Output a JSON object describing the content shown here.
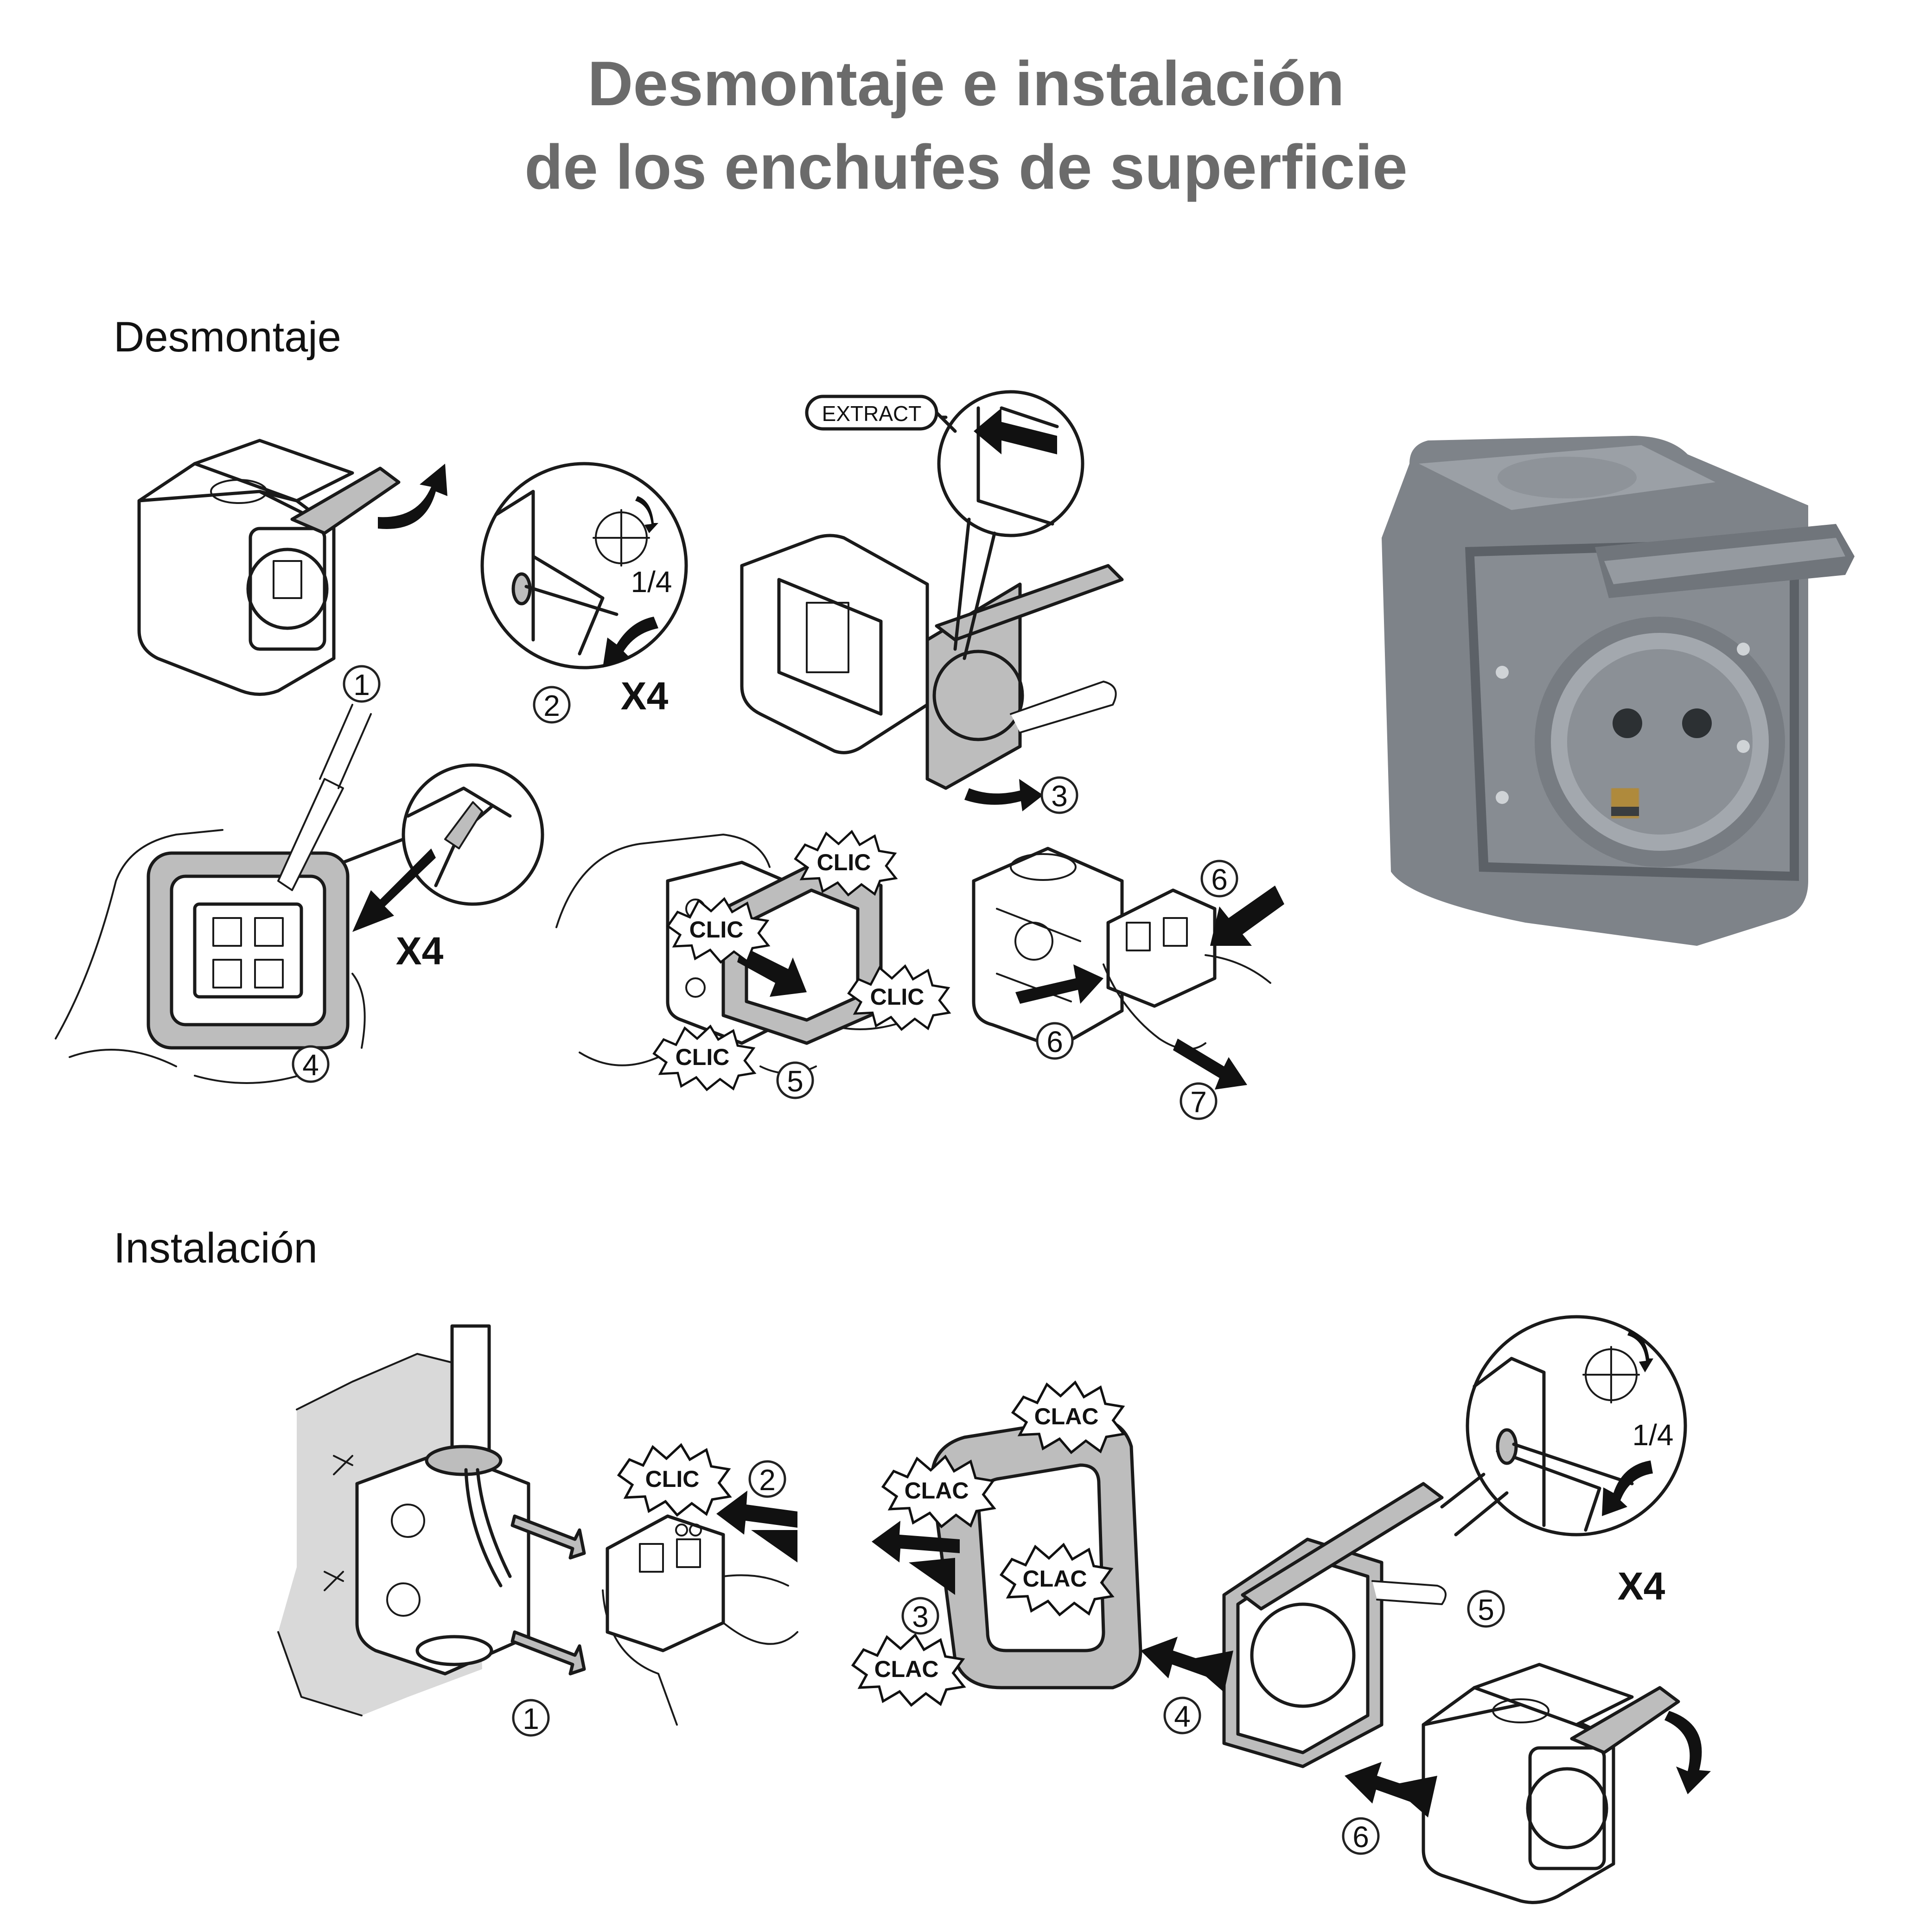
{
  "title": {
    "line1": "Desmontaje e instalación",
    "line2": "de los enchufes de superficie"
  },
  "sections": {
    "desmontaje": "Desmontaje",
    "instalacion": "Instalación"
  },
  "labels": {
    "extract": "EXTRACT",
    "quarter": "1/4",
    "x4": "X4",
    "clic": "CLIC",
    "clac": "CLAC"
  },
  "step_numbers": {
    "d1": "1",
    "d2": "2",
    "d3": "3",
    "d4": "4",
    "d5": "5",
    "d6a": "6",
    "d6b": "6",
    "d7": "7",
    "i1": "1",
    "i2": "2",
    "i3": "3",
    "i4": "4",
    "i5": "5",
    "i6": "6"
  },
  "colors": {
    "title": "#6b6b6b",
    "product_body": "#7d8388",
    "product_dark": "#5b6166",
    "line_art": "#1a1a1a"
  }
}
